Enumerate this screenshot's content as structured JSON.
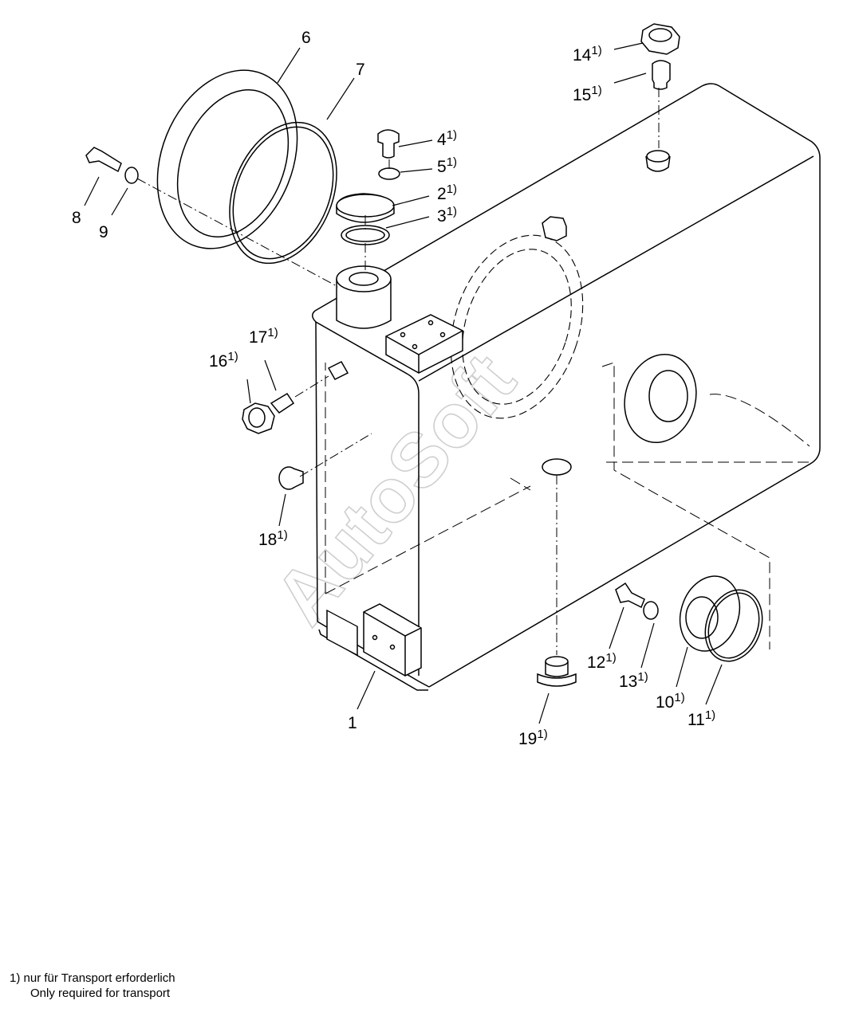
{
  "watermark": "AutoSoft",
  "callouts": [
    {
      "id": "1",
      "number": "1",
      "sup": ""
    },
    {
      "id": "2",
      "number": "2",
      "sup": "1)"
    },
    {
      "id": "3",
      "number": "3",
      "sup": "1)"
    },
    {
      "id": "4",
      "number": "4",
      "sup": "1)"
    },
    {
      "id": "5",
      "number": "5",
      "sup": "1)"
    },
    {
      "id": "6",
      "number": "6",
      "sup": ""
    },
    {
      "id": "7",
      "number": "7",
      "sup": ""
    },
    {
      "id": "8",
      "number": "8",
      "sup": ""
    },
    {
      "id": "9",
      "number": "9",
      "sup": ""
    },
    {
      "id": "10",
      "number": "10",
      "sup": "1)"
    },
    {
      "id": "11",
      "number": "11",
      "sup": "1)"
    },
    {
      "id": "12",
      "number": "12",
      "sup": "1)"
    },
    {
      "id": "13",
      "number": "13",
      "sup": "1)"
    },
    {
      "id": "14",
      "number": "14",
      "sup": "1)"
    },
    {
      "id": "15",
      "number": "15",
      "sup": "1)"
    },
    {
      "id": "16",
      "number": "16",
      "sup": "1)"
    },
    {
      "id": "17",
      "number": "17",
      "sup": "1)"
    },
    {
      "id": "18",
      "number": "18",
      "sup": "1)"
    },
    {
      "id": "19",
      "number": "19",
      "sup": "1)"
    }
  ],
  "footnote": {
    "marker": "1)",
    "line_de": "nur für Transport erforderlich",
    "line_en": "Only required for transport"
  }
}
